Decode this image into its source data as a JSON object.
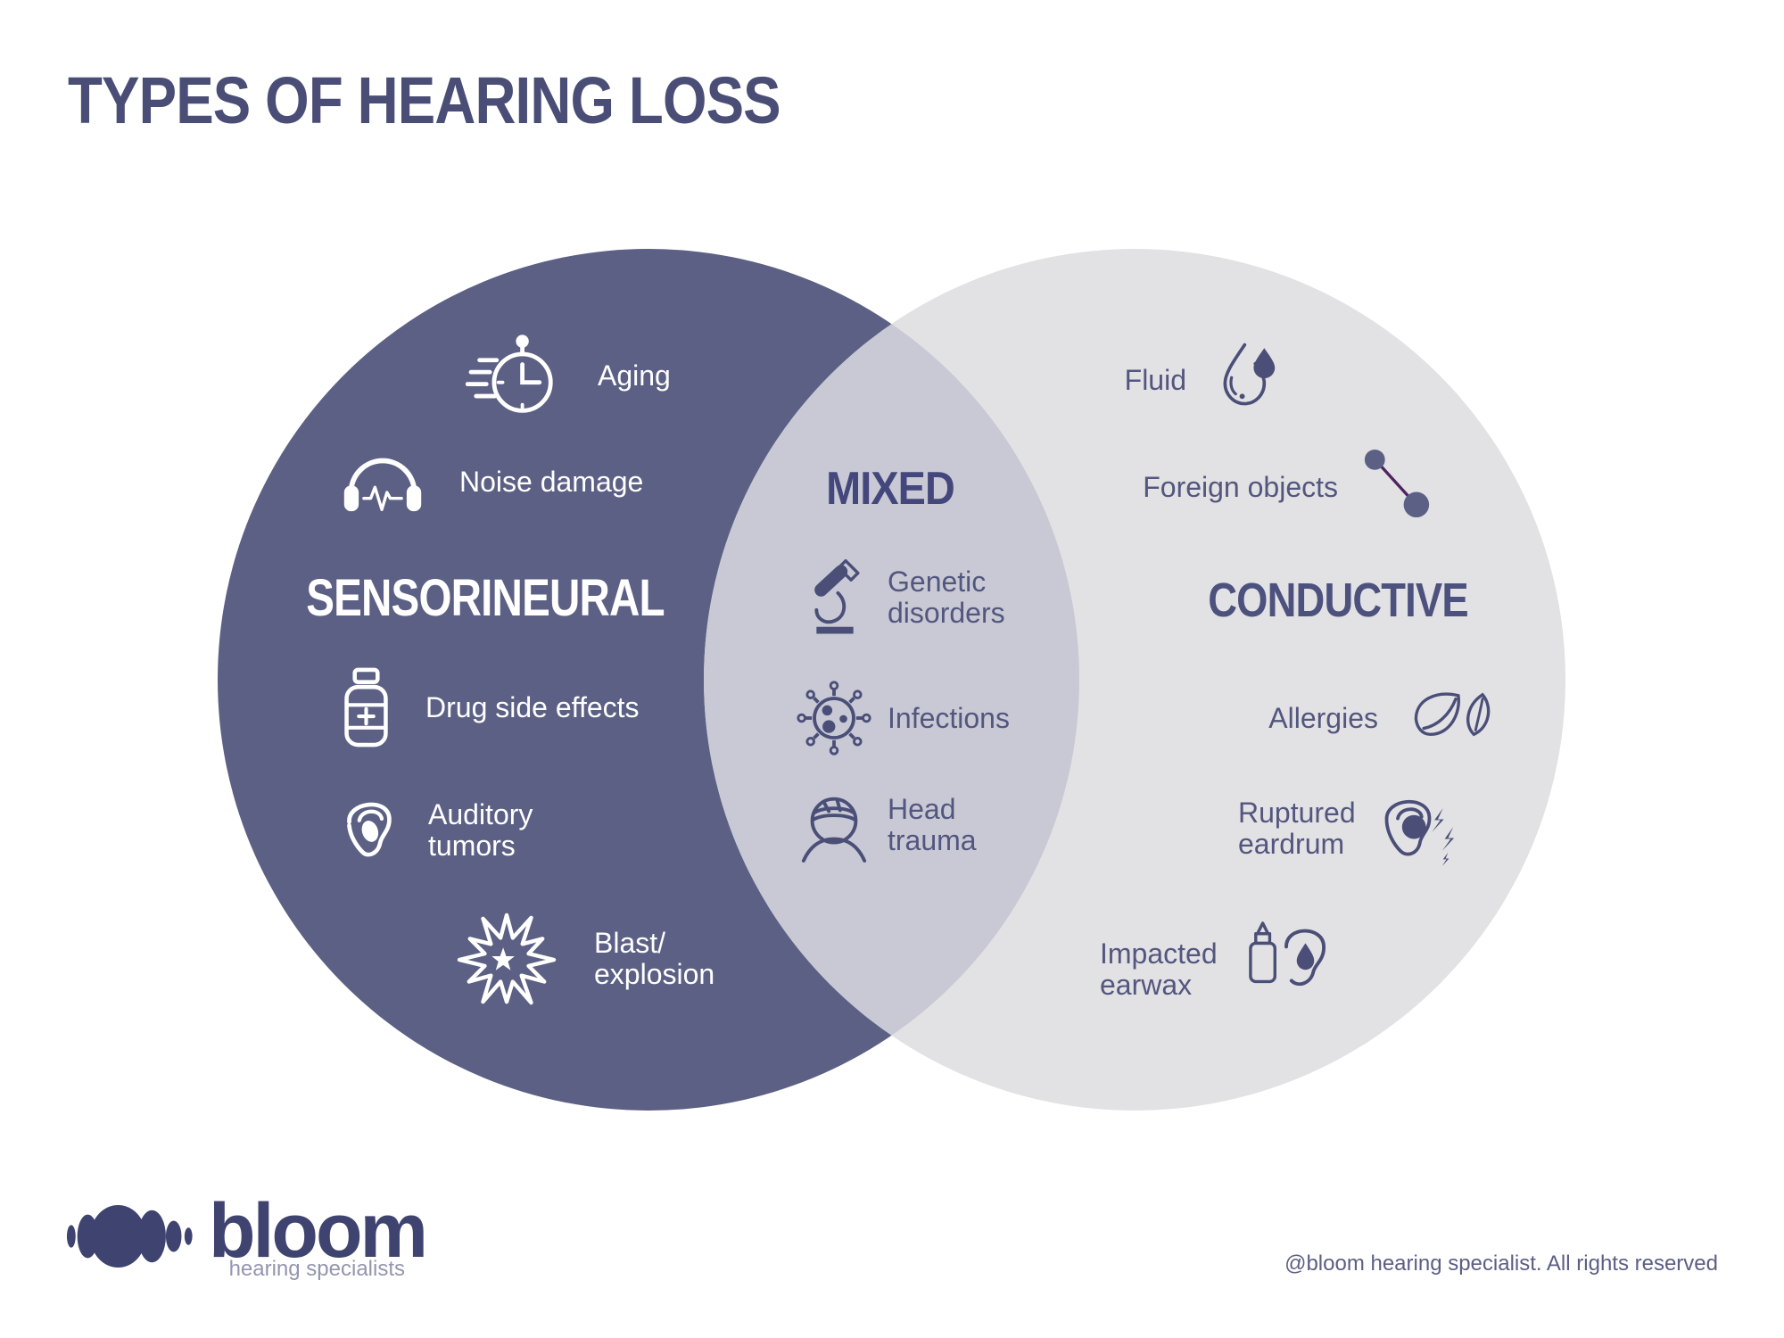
{
  "title": "TYPES OF HEARING LOSS",
  "venn": {
    "sensorineural": {
      "heading": "SENSORINEURAL",
      "items": [
        {
          "icon": "stopwatch-icon",
          "lines": [
            "Aging"
          ]
        },
        {
          "icon": "headphones-icon",
          "lines": [
            "Noise damage"
          ]
        },
        {
          "icon": "pill-bottle-icon",
          "lines": [
            "Drug side effects"
          ]
        },
        {
          "icon": "ear-tumor-icon",
          "lines": [
            "Auditory",
            "tumors"
          ]
        },
        {
          "icon": "explosion-icon",
          "lines": [
            "Blast/",
            "explosion"
          ]
        }
      ]
    },
    "mixed": {
      "heading": "MIXED",
      "items": [
        {
          "icon": "microscope-icon",
          "lines": [
            "Genetic",
            "disorders"
          ]
        },
        {
          "icon": "virus-icon",
          "lines": [
            "Infections"
          ]
        },
        {
          "icon": "head-bandage-icon",
          "lines": [
            "Head",
            "trauma"
          ]
        }
      ]
    },
    "conductive": {
      "heading": "CONDUCTIVE",
      "items": [
        {
          "icon": "water-drop-icon",
          "lines": [
            "Fluid"
          ]
        },
        {
          "icon": "barbell-icon",
          "lines": [
            "Foreign objects"
          ]
        },
        {
          "icon": "leaves-icon",
          "lines": [
            "Allergies"
          ]
        },
        {
          "icon": "ear-pain-icon",
          "lines": [
            "Ruptured",
            "eardrum"
          ]
        },
        {
          "icon": "dropper-ear-icon",
          "lines": [
            "Impacted",
            "earwax"
          ]
        }
      ]
    }
  },
  "colors": {
    "background": "#ffffff",
    "title_text": "#4a4e76",
    "left_circle": "#5c6084",
    "right_circle": "#e2e2e4",
    "overlap": "#c8c9d4",
    "left_item_text": "#ffffff",
    "item_text": "#53567e",
    "icon_navy": "#4b4f78",
    "barbell_line": "#4f2360",
    "logo_navy": "#3f436f",
    "logo_tagline": "#9296af",
    "copyright_text": "#5b5f82"
  },
  "footer": {
    "brand": "bloom",
    "tagline": "hearing specialists",
    "copyright": "@bloom hearing specialist. All rights reserved"
  }
}
